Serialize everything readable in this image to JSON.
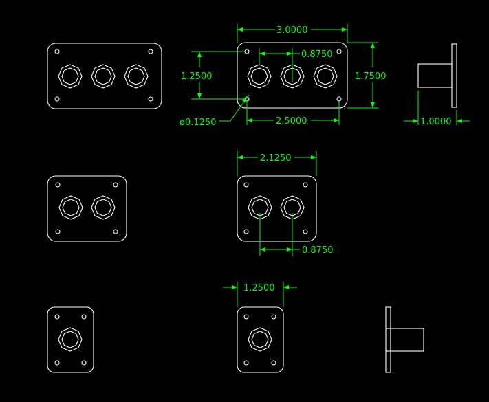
{
  "colors": {
    "background": "#000000",
    "geometry": "#ffffff",
    "dimension": "#00ff00"
  },
  "dimensions": {
    "plate_width": "3.0000",
    "button_pitch": "0.8750",
    "hole_vertical": "1.2500",
    "plate_height": "1.7500",
    "hole_diameter": "ø0.1250",
    "hole_horizontal": "2.5000",
    "bracket_depth": "1.0000",
    "plate2_width": "2.1250",
    "button_pitch2": "0.8750",
    "plate1_width": "1.2500"
  }
}
